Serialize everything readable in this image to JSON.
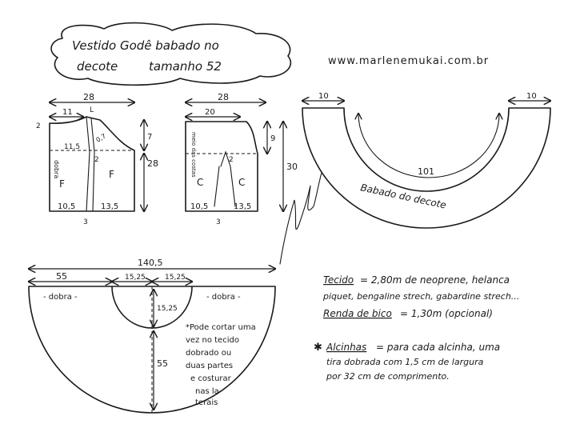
{
  "title": {
    "line1": "Vestido Godê babado no",
    "line2": "decote",
    "size": "tamanho 52"
  },
  "website": "www.marlenemukai.com.br",
  "front_piece": {
    "width": "28",
    "neck": "11",
    "shoulder_drop": "2",
    "center_mark": "L",
    "dart_depth": "0,7",
    "armhole": "7",
    "height": "28",
    "mid_width": "11,5",
    "fold_label": "dobra",
    "piece_label": "F",
    "dart_width": "2",
    "bottom_left": "10,5",
    "bottom_right": "13,5",
    "bottom_mark": "3"
  },
  "back_piece": {
    "width": "28",
    "upper_width": "20",
    "armhole": "9",
    "height": "30",
    "side_label": "meio das costas",
    "piece_label": "C",
    "dart_width": "2",
    "bottom_left": "10,5",
    "bottom_right": "13,5",
    "bottom_mark": "3"
  },
  "ruffle": {
    "left_width": "10",
    "right_width": "10",
    "length": "101",
    "label": "Babado do decote"
  },
  "skirt": {
    "total_width": "140,5",
    "left_segment": "55",
    "center_left": "15,25",
    "center_right": "15,25",
    "fold_left": "- dobra -",
    "fold_right": "- dobra -",
    "radius_small": "15,25",
    "length": "55",
    "note": [
      "*Pode cortar uma",
      "vez no tecido",
      "dobrado ou",
      "duas partes",
      "e costurar",
      "nas la-",
      "terais"
    ]
  },
  "materials": {
    "fabric_label": "Tecido",
    "fabric_text": "= 2,80m de neoprene, helanca",
    "fabric_text2": "piquet, bengaline strech, gabardine strech...",
    "lace_label": "Renda de bico",
    "lace_text": "= 1,30m   (opcional)",
    "straps_label": "Alcinhas",
    "straps_text": "= para cada alcinha, uma",
    "straps_text2": "tira dobrada com 1,5 cm de largura",
    "straps_text3": "por  32 cm de comprimento."
  },
  "colors": {
    "ink": "#1a1a1a",
    "paper": "#ffffff"
  }
}
